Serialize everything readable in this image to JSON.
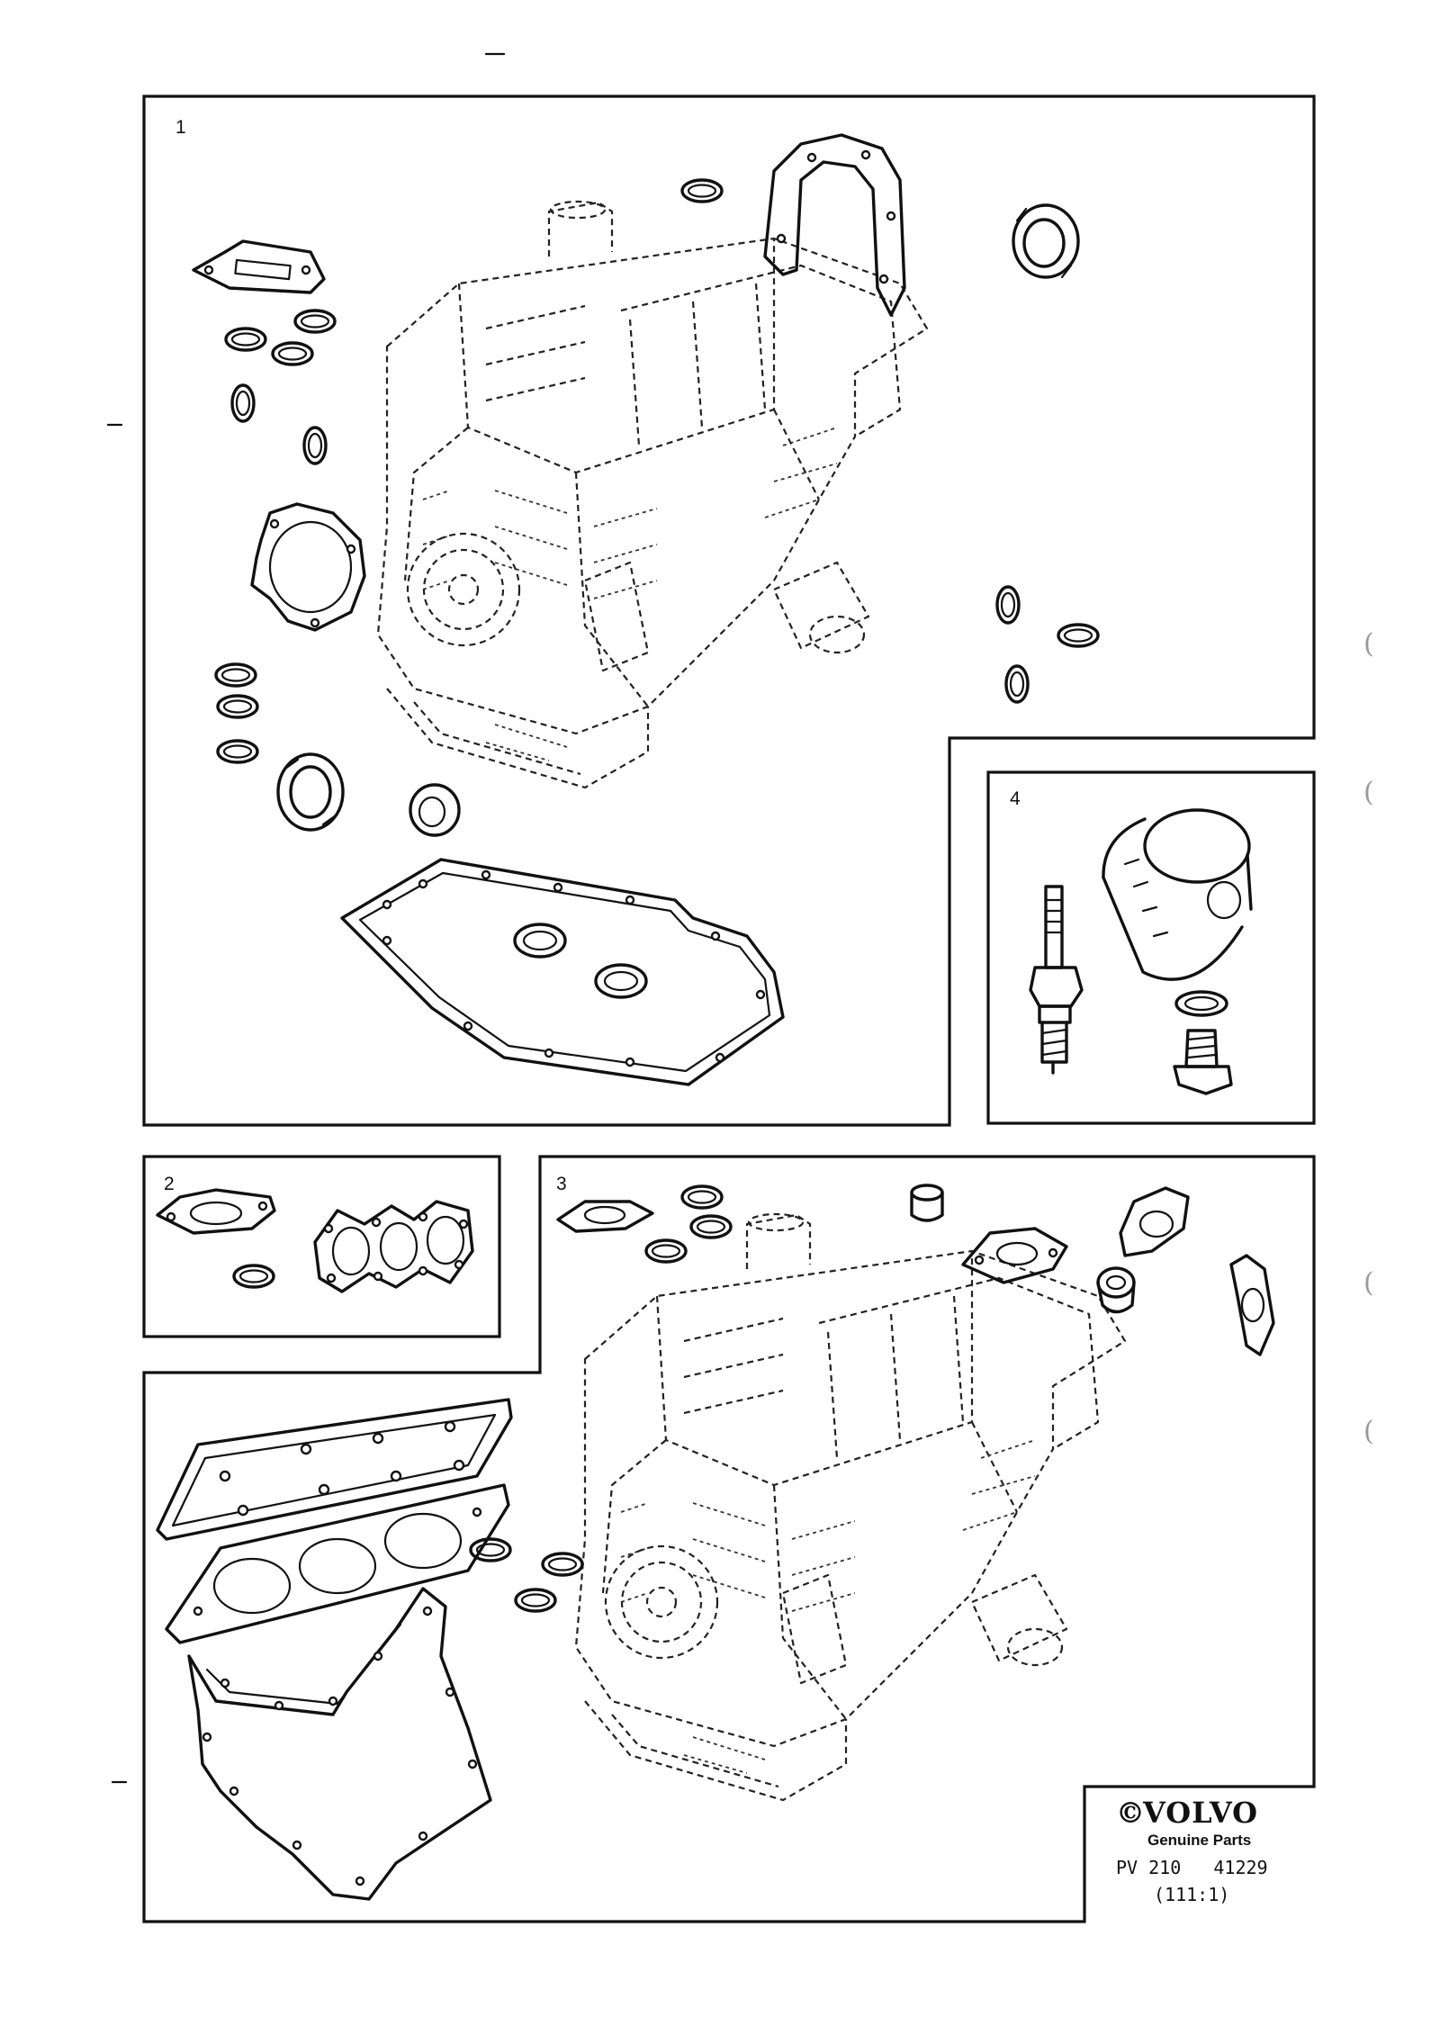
{
  "panels": [
    {
      "label": "1"
    },
    {
      "label": "2"
    },
    {
      "label": "3"
    },
    {
      "label": "4"
    }
  ],
  "brand": {
    "copyright": "©",
    "name": "VOLVO",
    "tagline": "Genuine Parts",
    "code": "PV 210   41229",
    "ref": "(111:1)"
  },
  "margin_marks": [
    "(",
    "(",
    "(",
    "("
  ],
  "icons": [
    "engine-block",
    "gasket",
    "o-ring",
    "oil-seal",
    "spark-plug",
    "oil-filter",
    "drain-plug",
    "valve-stem-seal"
  ]
}
